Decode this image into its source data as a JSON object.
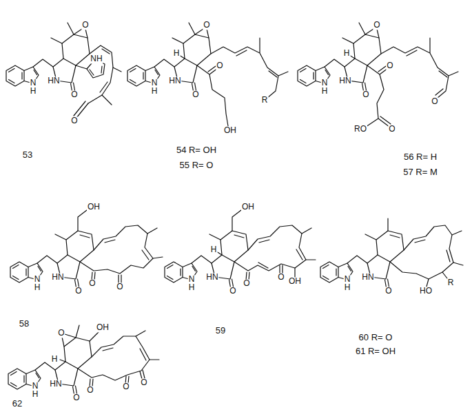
{
  "diagram": {
    "labels": [
      "O",
      "NH",
      "N",
      "H",
      "HN",
      "O",
      "O",
      "53",
      "O",
      "H",
      "O",
      "R",
      "N",
      "H",
      "HN",
      "O",
      "OH",
      "54 R= OH",
      "55 R= O",
      "O",
      "H",
      "O",
      "O",
      "N",
      "H",
      "HN",
      "O",
      "RO",
      "O",
      "56 R= H",
      "57 R= M",
      "OH",
      "N",
      "H",
      "HN",
      "O",
      "O",
      "O",
      "58",
      "OH",
      "H",
      "N",
      "H",
      "HN",
      "O",
      "O",
      "O",
      "OH",
      "59",
      "N",
      "H",
      "HN",
      "O",
      "HO",
      "R",
      "60 R= O",
      "61 R= OH",
      "O",
      "OH",
      "H",
      "N",
      "H",
      "HN",
      "O",
      "O",
      "O",
      "O",
      "62"
    ]
  }
}
